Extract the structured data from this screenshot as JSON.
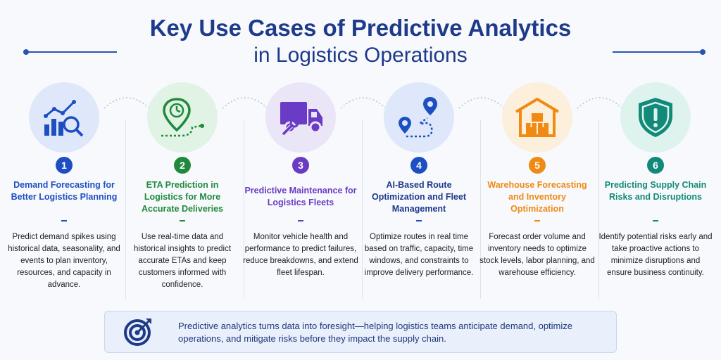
{
  "title": {
    "line1": "Key Use Cases of Predictive Analytics",
    "line2": "in Logistics Operations"
  },
  "use_cases": [
    {
      "number": "1",
      "heading": "Demand Forecasting for Better Logistics Planning",
      "description": "Predict demand spikes using historical data, seasonality, and events to plan inventory, resources, and capacity in advance.",
      "icon": "chart-magnifier-icon",
      "color": "#1e4fc2"
    },
    {
      "number": "2",
      "heading": "ETA Prediction in Logistics for More Accurate Deliveries",
      "description": "Use real-time data and historical insights to predict accurate ETAs and keep customers informed with confidence.",
      "icon": "clock-location-pin-icon",
      "color": "#1f8a3b"
    },
    {
      "number": "3",
      "heading": "Predictive Maintenance for Logistics Fleets",
      "description": "Monitor vehicle health and performance to predict failures, reduce breakdowns, and extend fleet lifespan.",
      "icon": "truck-wrench-icon",
      "color": "#6a3bc4"
    },
    {
      "number": "4",
      "heading": "AI-Based Route Optimization and Fleet Management",
      "description": "Optimize routes in real time based on traffic, capacity, time windows, and constraints to improve delivery performance.",
      "icon": "route-pins-icon",
      "color": "#1e4fc2"
    },
    {
      "number": "5",
      "heading": "Warehouse Forecasting and Inventory Optimization",
      "description": "Forecast order volume and inventory needs to optimize stock levels, labor planning, and warehouse efficiency.",
      "icon": "warehouse-boxes-icon",
      "color": "#f08a12"
    },
    {
      "number": "6",
      "heading": "Predicting Supply Chain Risks and Disruptions",
      "description": "Identify potential risks early and take proactive actions to minimize disruptions and ensure business continuity.",
      "icon": "shield-alert-icon",
      "color": "#128a7a"
    }
  ],
  "footer": {
    "icon": "target-arrow-icon",
    "text": "Predictive analytics turns data into foresight—helping logistics teams anticipate demand, optimize operations, and mitigate risks before they impact the supply chain."
  },
  "colors": {
    "title": "#1e3a8a",
    "background": "#f7f9fd",
    "footer_box": "#e9effb"
  }
}
